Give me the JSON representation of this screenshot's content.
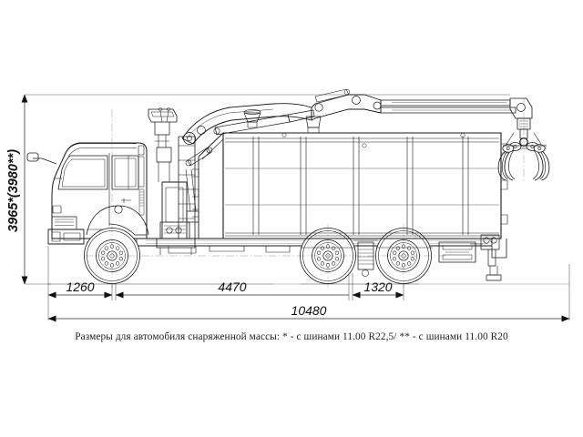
{
  "drawing": {
    "type": "technical-side-view",
    "subject": "KAMAZ timber truck with hydraulic crane manipulator and grapple",
    "background_color": "#ffffff",
    "line_color": "#1a1a1a"
  },
  "dimensions": {
    "height_label": "3965*(3980**)",
    "front_overhang": "1260",
    "wheelbase": "4470",
    "rear_axle_spacing": "1320",
    "overall_length": "10480"
  },
  "caption": {
    "text": "Размеры для автомобиля снаряженной массы: * - с шинами 11.00 R22,5/ ** - с шинами 11.00 R20"
  }
}
